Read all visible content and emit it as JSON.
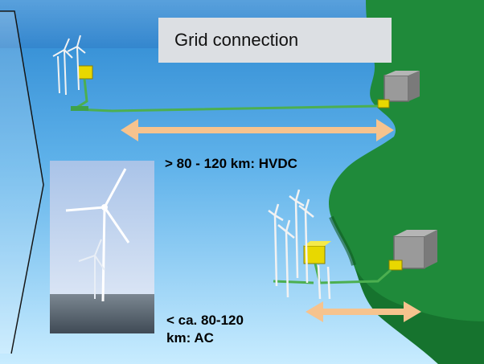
{
  "title": "Grid connection",
  "far_label": "> 80 - 120 km: HVDC",
  "near_label_line1": "< ca. 80-120",
  "near_label_line2": "km: AC",
  "colors": {
    "sea_top": "#2f8fd6",
    "sea_bottom": "#bfe6ff",
    "land": "#1f8a3a",
    "land_dark": "#126a2a",
    "arrow": "#f6c38e",
    "cable": "#4caf50",
    "platform": "#e8d800"
  }
}
